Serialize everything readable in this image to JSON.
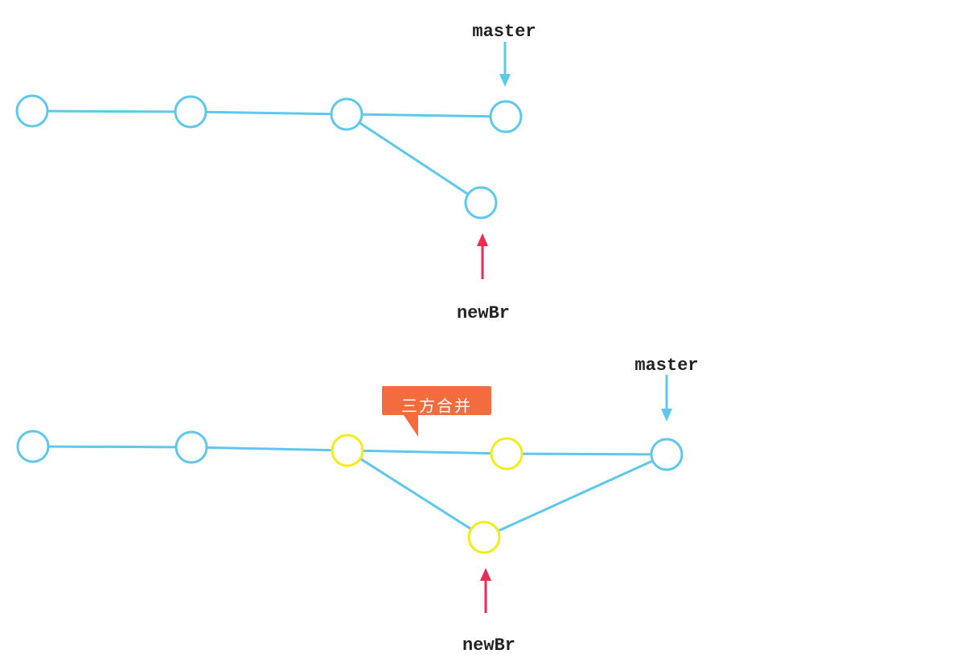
{
  "colors": {
    "edge": "#5ec8ec",
    "commit_default": "#5ec8ec",
    "commit_highlight": "#f2ec1a",
    "master_arrow": "#5ec8ec",
    "newbr_arrow": "#ee2a55",
    "callout_bg": "#f26c3f",
    "callout_text": "#ffffff"
  },
  "diagrams": [
    {
      "id": "before-merge",
      "commits": [
        {
          "id": "c1",
          "highlight": false
        },
        {
          "id": "c2",
          "highlight": false
        },
        {
          "id": "c3",
          "highlight": false
        },
        {
          "id": "c4",
          "highlight": false
        },
        {
          "id": "c5",
          "highlight": false
        }
      ],
      "edges": [
        [
          "c1",
          "c2"
        ],
        [
          "c2",
          "c3"
        ],
        [
          "c3",
          "c4"
        ],
        [
          "c3",
          "c5"
        ]
      ],
      "refs": [
        {
          "label": "master",
          "target": "c4",
          "direction": "down",
          "color_key": "master_arrow"
        },
        {
          "label": "newBr",
          "target": "c5",
          "direction": "up",
          "color_key": "newbr_arrow"
        }
      ]
    },
    {
      "id": "after-merge",
      "commits": [
        {
          "id": "c1",
          "highlight": false
        },
        {
          "id": "c2",
          "highlight": false
        },
        {
          "id": "c3",
          "highlight": true
        },
        {
          "id": "c4",
          "highlight": true
        },
        {
          "id": "c5",
          "highlight": true
        },
        {
          "id": "c6",
          "highlight": false
        }
      ],
      "edges": [
        [
          "c1",
          "c2"
        ],
        [
          "c2",
          "c3"
        ],
        [
          "c3",
          "c4"
        ],
        [
          "c4",
          "c6"
        ],
        [
          "c3",
          "c5"
        ],
        [
          "c5",
          "c6"
        ]
      ],
      "refs": [
        {
          "label": "master",
          "target": "c6",
          "direction": "down",
          "color_key": "master_arrow"
        },
        {
          "label": "newBr",
          "target": "c5",
          "direction": "up",
          "color_key": "newbr_arrow"
        }
      ],
      "callout": {
        "text": "三方合并"
      }
    }
  ]
}
